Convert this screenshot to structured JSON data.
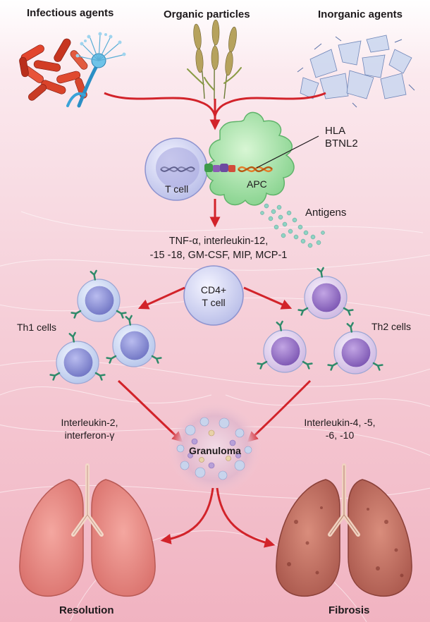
{
  "sources": {
    "infectious": "Infectious agents",
    "organic": "Organic particles",
    "inorganic": "Inorganic agents"
  },
  "presentation": {
    "hla": "HLA",
    "btnl2": "BTNL2",
    "t_cell": "T cell",
    "apc": "APC",
    "antigens": "Antigens"
  },
  "cytokines": {
    "line1": "TNF-α, interleukin-12,",
    "line2": "-15 -18, GM-CSF, MIP, MCP-1"
  },
  "cd4": {
    "line1": "CD4+",
    "line2": "T cell"
  },
  "th1": {
    "label": "Th1 cells",
    "cyto1": "Interleukin-2,",
    "cyto2": "interferon-γ"
  },
  "th2": {
    "label": "Th2 cells",
    "cyto1": "Interleukin-4, -5,",
    "cyto2": "-6, -10"
  },
  "granuloma": "Granuloma",
  "outcomes": {
    "resolution": "Resolution",
    "fibrosis": "Fibrosis"
  },
  "colors": {
    "arrow": "#d2232a",
    "background_top": "#ffffff",
    "background_bottom": "#f3b9c6",
    "th1_nucleus": "#8f93d6",
    "th2_nucleus": "#9c77c9",
    "apc": "#9fe0a0",
    "receptor": "#2f8a6a"
  }
}
